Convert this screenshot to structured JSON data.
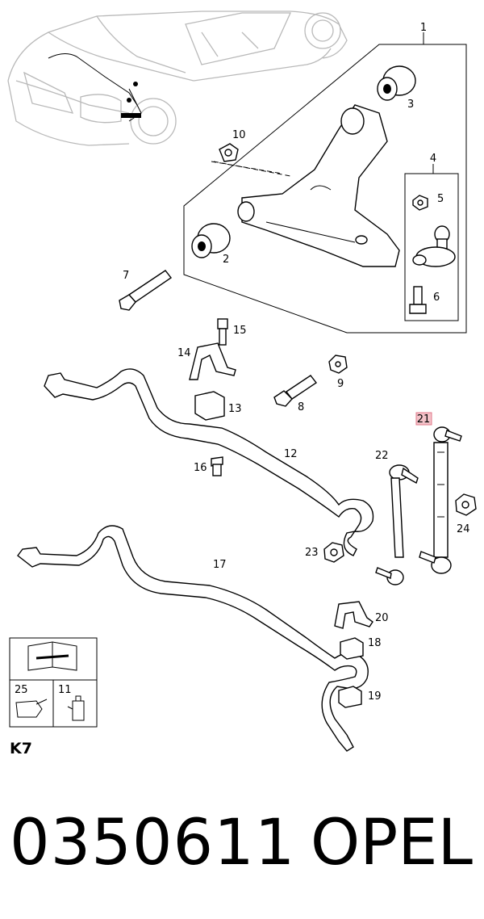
{
  "labels": {
    "l1": "1",
    "l2": "2",
    "l3": "3",
    "l4": "4",
    "l5": "5",
    "l6": "6",
    "l7": "7",
    "l8": "8",
    "l9": "9",
    "l10": "10",
    "l11": "11",
    "l12": "12",
    "l13": "13",
    "l14": "14",
    "l15": "15",
    "l16": "16",
    "l17": "17",
    "l18": "18",
    "l19": "19",
    "l20": "20",
    "l21": "21",
    "l22": "22",
    "l23": "23",
    "l24": "24",
    "l25": "25"
  },
  "section_code": "K7",
  "footer": {
    "part_number": "0350611",
    "brand": "OPEL"
  },
  "colors": {
    "highlight": "#f3c3c9",
    "car_outline": "#b9b9b9"
  }
}
